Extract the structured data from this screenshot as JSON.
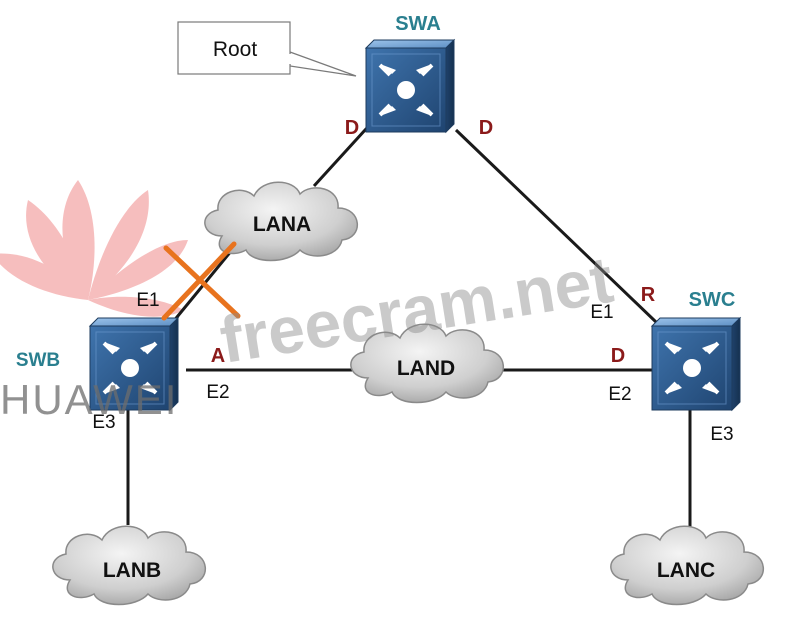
{
  "callout": {
    "text": "Root"
  },
  "switches": {
    "swa": {
      "label": "SWA"
    },
    "swb": {
      "label": "SWB"
    },
    "swc": {
      "label": "SWC"
    }
  },
  "clouds": {
    "lana": {
      "label": "LANA"
    },
    "land": {
      "label": "LAND"
    },
    "lanb": {
      "label": "LANB"
    },
    "lanc": {
      "label": "LANC"
    }
  },
  "port_roles": {
    "swa_left": "D",
    "swa_right": "D",
    "swc_e1": "R",
    "swc_e2": "D",
    "swb_e2": "A"
  },
  "ports": {
    "swb_e1": "E1",
    "swb_e2": "E2",
    "swb_e3": "E3",
    "swc_e1": "E1",
    "swc_e2": "E2",
    "swc_e3": "E3"
  },
  "watermarks": {
    "brand": "HUAWEI",
    "site": "freecram.net"
  },
  "colors": {
    "switch_label": "#2a7f8f",
    "port_role": "#8b1a1a",
    "blocked_cross": "#e8731e",
    "switch_body": "#2f5d8f",
    "link": "#1a1a1a"
  },
  "icons": {
    "switch": "layer3-switch-icon",
    "cloud": "lan-cloud-icon",
    "blocked": "blocked-port-cross-icon"
  }
}
